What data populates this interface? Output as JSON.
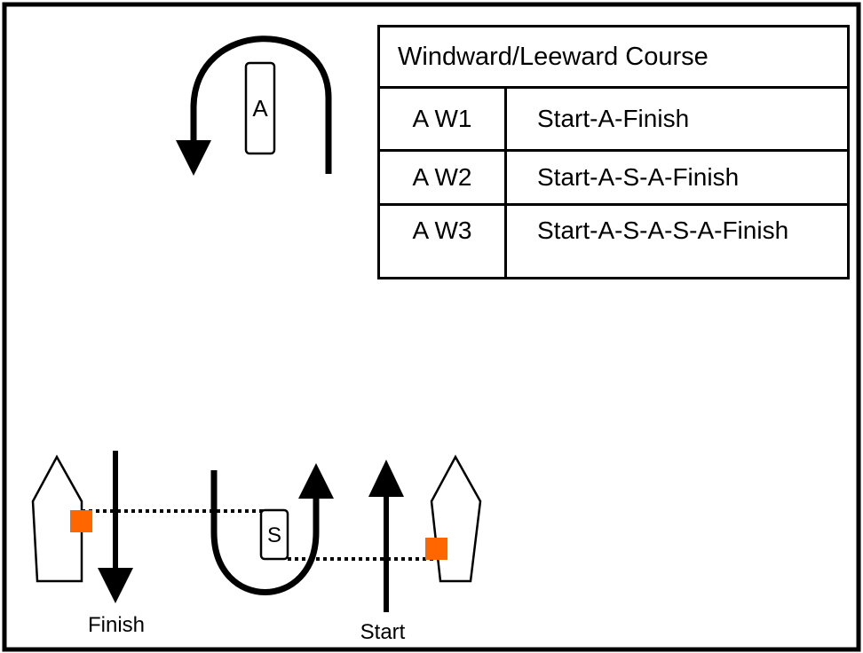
{
  "diagram": {
    "windward_mark_label": "A",
    "leeward_mark_label": "S",
    "finish_label": "Finish",
    "start_label": "Start"
  },
  "course_table": {
    "title": "Windward/Leeward Course",
    "rows": [
      {
        "code": "A W1",
        "route": "Start-A-Finish"
      },
      {
        "code": "A W2",
        "route": "Start-A-S-A-Finish"
      },
      {
        "code": "A W3",
        "route": "Start-A-S-A-S-A-Finish"
      }
    ]
  },
  "colors": {
    "line_marker": "#ff6600",
    "ink": "#000000"
  }
}
